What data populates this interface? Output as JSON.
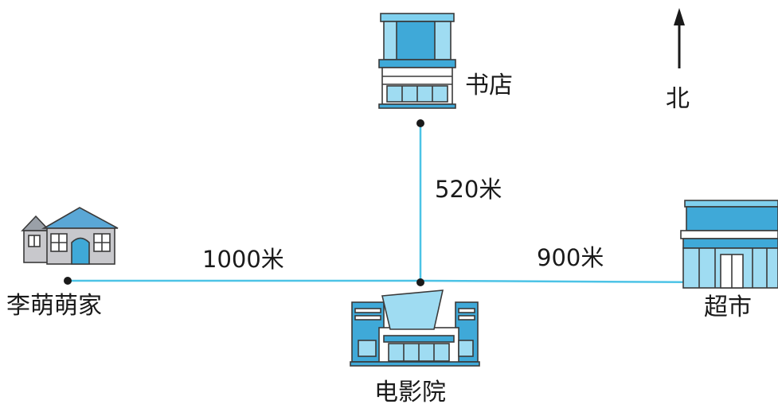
{
  "places": {
    "home": "李萌萌家",
    "cinema": "电影院",
    "bookstore": "书店",
    "supermarket": "超市"
  },
  "distances": {
    "home_to_cinema": "1000米",
    "cinema_to_bookstore": "520米",
    "cinema_to_supermarket": "900米"
  },
  "compass": {
    "north_label": "北"
  },
  "colors": {
    "road": "#4cc3e6",
    "building_blue": "#3fa9d8",
    "building_light": "#9fdcf2",
    "house_gray": "#c8c8cc",
    "house_roof": "#5aa7d6",
    "dot": "#1a1a1a"
  },
  "icons": {
    "home": "house-icon",
    "cinema": "cinema-building-icon",
    "bookstore": "bookstore-building-icon",
    "supermarket": "supermarket-building-icon",
    "compass": "north-arrow-icon"
  }
}
